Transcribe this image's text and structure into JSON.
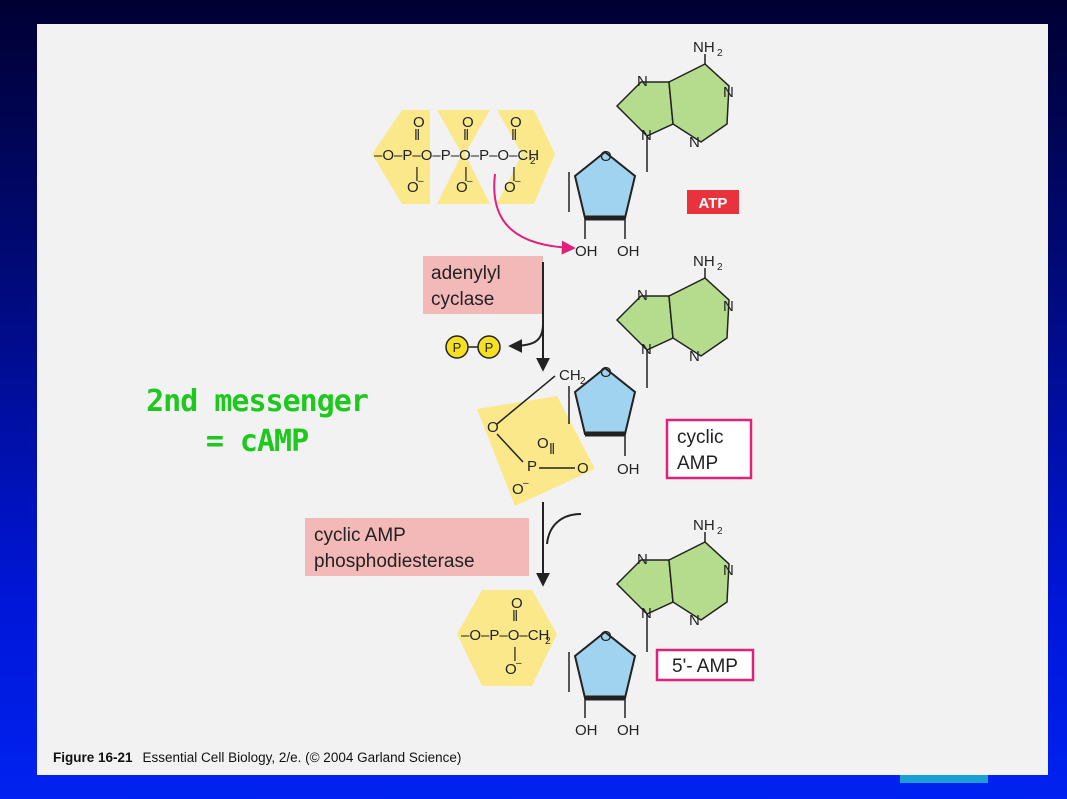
{
  "slide": {
    "background_colors": [
      "#000033",
      "#0022f0"
    ],
    "panel_color": "#f2f2f2",
    "accent_tab_color": "#1aa0d6"
  },
  "annotation": {
    "line1": "2nd messenger",
    "line2": "= cAMP",
    "color": "#1ec81e"
  },
  "caption": {
    "figure": "Figure 16-21",
    "source": "Essential Cell Biology, 2/e. (© 2004 Garland Science)"
  },
  "enzymes": {
    "adenylyl_cyclase": [
      "adenylyl",
      "cyclase"
    ],
    "phosphodiesterase": [
      "cyclic AMP",
      "phosphodiesterase"
    ]
  },
  "molecule_labels": {
    "atp": "ATP",
    "camp": [
      "cyclic",
      "AMP"
    ],
    "amp5": "5'- AMP"
  },
  "pyrophosphate": [
    "P",
    "P"
  ],
  "atoms": {
    "adenine_amine": "NH",
    "amine_subscript": "2",
    "nitrogen": "N",
    "oxygen": "O",
    "phosphorus": "P",
    "hydroxyl": "OH",
    "methylene": "CH",
    "methylene_subscript": "2",
    "minus": "–"
  },
  "colors": {
    "phosphate_fill": "#fbe88a",
    "ribose_fill": "#9fd3f0",
    "adenine_fill": "#b5dc8c",
    "enzyme_box": "#f3b8b8",
    "atp_box": "#e8323c",
    "label_border": "#e0207a",
    "arrow_magenta": "#e0207a",
    "pp_fill": "#f7e020"
  }
}
